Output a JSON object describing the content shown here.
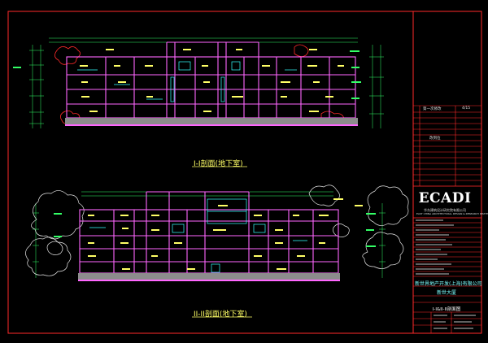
{
  "titleblock": {
    "company": "ECADI",
    "company_sub": [
      "华东建筑设计研究院有限公司",
      "EAST CHINA ARCHITECTURAL DESIGN & RESEARCH INSTITUTE"
    ],
    "client": "新世界地产开发(上海)有限公司",
    "project": "新世大厦",
    "drawing_title": "I-I&II-II剖面图",
    "revision_first": "第一次修改",
    "revision_date": "4/15",
    "revision_note": "改到位"
  },
  "sections": {
    "top_title": "I-I剖面(地下室)",
    "bottom_title": "II-II剖面(地下室)"
  },
  "colors": {
    "frame": "#ff2a2a",
    "walls": "#ff66ff",
    "slab": "#b0b0b0",
    "dims": "#33ff66",
    "text": "#ffff66",
    "cyan": "#33ffff",
    "trees": "#e6e6e6"
  }
}
